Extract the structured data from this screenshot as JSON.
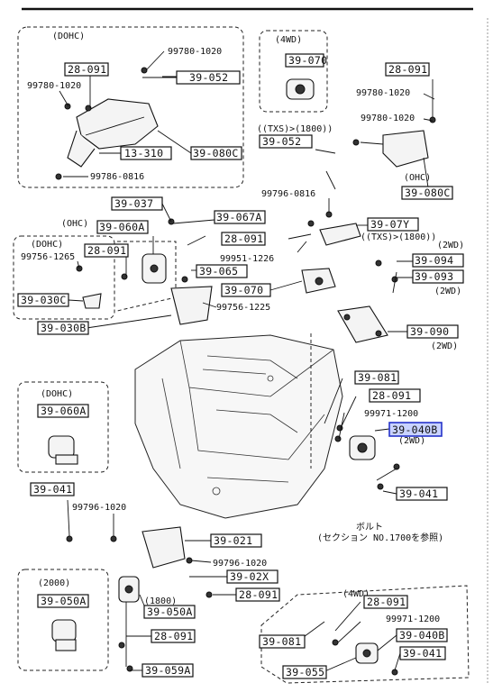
{
  "labels": {
    "l_28091_a": "28-091",
    "l_99780_1020_a": "99780-1020",
    "l_39052_a": "39-052",
    "l_99780_1020_b": "99780-1020",
    "l_13310": "13-310",
    "l_39080C_a": "39-080C",
    "l_99786_0816": "99786-0816",
    "l_39070_4wd": "39-070",
    "l_28091_b": "28-091",
    "l_99780_1020_c": "99780-1020",
    "l_99780_1020_d": "99780-1020",
    "l_txs_a": "((TXS)>(1800))",
    "l_39052_b": "39-052",
    "l_ohc_a": "(OHC)",
    "l_39080C_b": "39-080C",
    "l_39037": "39-037",
    "l_39067A": "39-067A",
    "l_99796_0816": "99796-0816",
    "l_39060A_a": "39-060A",
    "l_28091_c": "28-091",
    "l_39_07Y": "39-07Y",
    "l_txs_b": "((TXS)>(1800))",
    "l_28091_d": "28-091",
    "l_99756_1265": "99756-1265",
    "l_99951_1226": "99951-1226",
    "l_39094": "39-094",
    "l_39065": "39-065",
    "l_39093": "39-093",
    "l_39030C": "39-030C",
    "l_39070_b": "39-070",
    "l_99756_1225": "99756-1225",
    "l_39030B": "39-030B",
    "l_39090": "39-090",
    "l_39081_a": "39-081",
    "l_28091_e": "28-091",
    "l_39060A_b": "39-060A",
    "l_99971_1200_a": "99971-1200",
    "l_39040B_a": "39-040B",
    "l_39041_a": "39-041",
    "l_99796_1020_a": "99796-1020",
    "l_39041_b": "39-041",
    "l_bolt_jp": "ボルト",
    "l_section_jp": "(セクション NO.1700を参照)",
    "l_39021": "39-021",
    "l_99796_1020_b": "99796-1020",
    "l_39_02X": "39-02X",
    "l_39050A_a": "39-050A",
    "l_28091_f": "28-091",
    "l_39050A_b": "39-050A",
    "l_28091_g": "28-091",
    "l_39059A": "39-059A",
    "l_28091_h": "28-091",
    "l_99971_1200_b": "99971-1200",
    "l_39081_b": "39-081",
    "l_39040B_b": "39-040B",
    "l_39041_c": "39-041",
    "l_39055": "39-055"
  },
  "headers": {
    "dohc_top": "(DOHC)",
    "fwd_top": "(4WD)",
    "ohc_60A": "(OHC)",
    "dohc_left": "(DOHC)",
    "twowd_a": "(2WD)",
    "twowd_b": "(2WD)",
    "twowd_c": "(2WD)",
    "twowd_d": "(2WD)",
    "dohc_mid": "(DOHC)",
    "y2000": "(2000)",
    "y1800": "(1800)",
    "fwd_bottom": "(4WD)"
  },
  "colors": {
    "highlight_fill": "#c9d3ff",
    "highlight_stroke": "#2533c9"
  }
}
